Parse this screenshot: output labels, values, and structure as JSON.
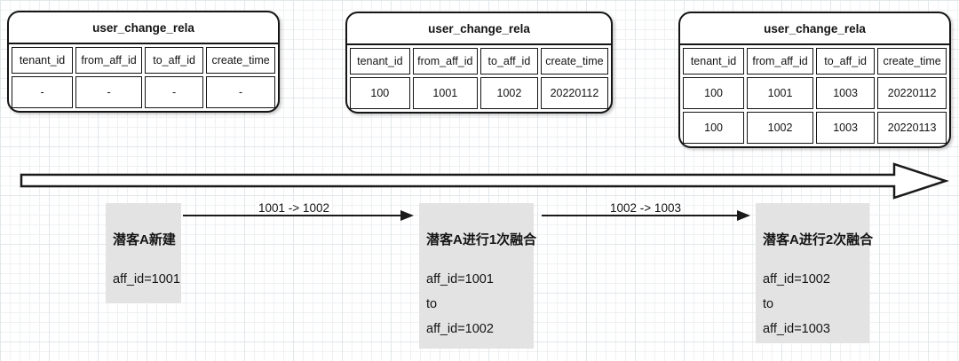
{
  "diagram": {
    "tables": [
      {
        "title": "user_change_rela",
        "columns": [
          "tenant_id",
          "from_aff_id",
          "to_aff_id",
          "create_time"
        ],
        "rows": [
          [
            "-",
            "-",
            "-",
            "-"
          ]
        ]
      },
      {
        "title": "user_change_rela",
        "columns": [
          "tenant_id",
          "from_aff_id",
          "to_aff_id",
          "create_time"
        ],
        "rows": [
          [
            "100",
            "1001",
            "1002",
            "20220112"
          ]
        ]
      },
      {
        "title": "user_change_rela",
        "columns": [
          "tenant_id",
          "from_aff_id",
          "to_aff_id",
          "create_time"
        ],
        "rows": [
          [
            "100",
            "1001",
            "1003",
            "20220112"
          ],
          [
            "100",
            "1002",
            "1003",
            "20220113"
          ]
        ]
      }
    ],
    "stages": [
      {
        "title": "潜客A新建",
        "lines": [
          "aff_id=1001"
        ]
      },
      {
        "title": "潜客A进行1次融合",
        "lines": [
          "aff_id=1001",
          "to",
          "aff_id=1002"
        ]
      },
      {
        "title": "潜客A进行2次融合",
        "lines": [
          "aff_id=1002",
          "to",
          "aff_id=1003"
        ]
      }
    ],
    "transitions": [
      {
        "label": "1001 -> 1002"
      },
      {
        "label": "1002 -> 1003"
      }
    ],
    "colors": {
      "stroke": "#1a1a1a",
      "stage_box_fill": "#e3e3e3",
      "table_fill": "#ffffff",
      "grid_minor": "#eef1f3",
      "grid_major": "#e2e7ea"
    }
  }
}
